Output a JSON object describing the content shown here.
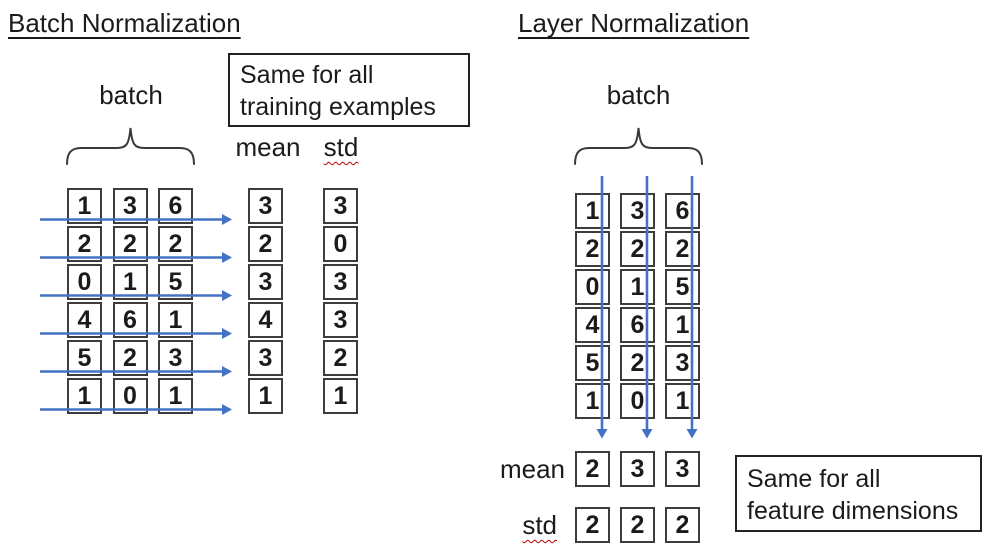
{
  "colors": {
    "arrow_blue": "#4472C4",
    "ink": "#1b1b1b",
    "squiggle_red": "#c00000",
    "cell_border": "#3d3d3d"
  },
  "batch_norm": {
    "title": "Batch Normalization",
    "batch_label": "batch",
    "note": {
      "line1": "Same for all",
      "line2": "training examples"
    },
    "mean_label": "mean",
    "std_label": "std",
    "grid_rows": [
      [
        1,
        3,
        6
      ],
      [
        2,
        2,
        2
      ],
      [
        0,
        1,
        5
      ],
      [
        4,
        6,
        1
      ],
      [
        5,
        2,
        3
      ],
      [
        1,
        0,
        1
      ]
    ],
    "mean_values": [
      3,
      2,
      3,
      4,
      3,
      1
    ],
    "std_values": [
      3,
      0,
      3,
      3,
      2,
      1
    ]
  },
  "layer_norm": {
    "title": "Layer Normalization",
    "batch_label": "batch",
    "note": {
      "line1": "Same for all",
      "line2": "feature dimensions"
    },
    "mean_label": "mean",
    "std_label": "std",
    "grid_rows": [
      [
        1,
        3,
        6
      ],
      [
        2,
        2,
        2
      ],
      [
        0,
        1,
        5
      ],
      [
        4,
        6,
        1
      ],
      [
        5,
        2,
        3
      ],
      [
        1,
        0,
        1
      ]
    ],
    "mean_values": [
      2,
      3,
      3
    ],
    "std_values": [
      2,
      2,
      2
    ]
  }
}
